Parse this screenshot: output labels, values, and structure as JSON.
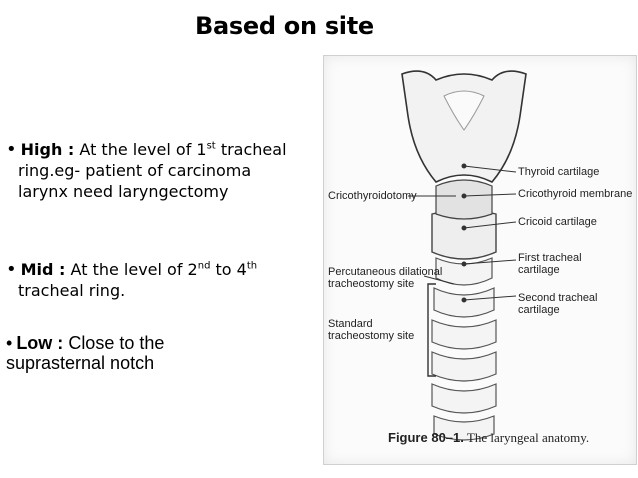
{
  "slide": {
    "title": "Based on site",
    "bullets": [
      {
        "key": "High :",
        "text_a": " At the level of 1",
        "sup_a": "st",
        "text_b": " tracheal",
        "line2": "ring.eg- patient of carcinoma",
        "line3": "larynx need laryngectomy"
      },
      {
        "key": "Mid :",
        "text_a": " At the level of 2",
        "sup_a": "nd",
        "text_b": " to 4",
        "sup_b": "th",
        "line2": "tracheal ring."
      },
      {
        "key": "Low :",
        "text_a": " Close to the",
        "line2": "suprasternal notch"
      }
    ],
    "bullet_glyph": "•"
  },
  "figure": {
    "labels": {
      "thyroid": "Thyroid cartilage",
      "cricothyroid_membrane": "Cricothyroid membrane",
      "cricoid": "Cricoid cartilage",
      "cricothyroidotomy": "Cricothyroidotomy",
      "first_tracheal_1": "First tracheal",
      "first_tracheal_2": "cartilage",
      "second_tracheal_1": "Second tracheal",
      "second_tracheal_2": "cartilage",
      "percutaneous_1": "Percutaneous dilational",
      "percutaneous_2": "tracheostomy site",
      "standard_1": "Standard",
      "standard_2": "tracheostomy site"
    },
    "caption_num": "Figure 80–1.",
    "caption_text": " The laryngeal anatomy."
  }
}
